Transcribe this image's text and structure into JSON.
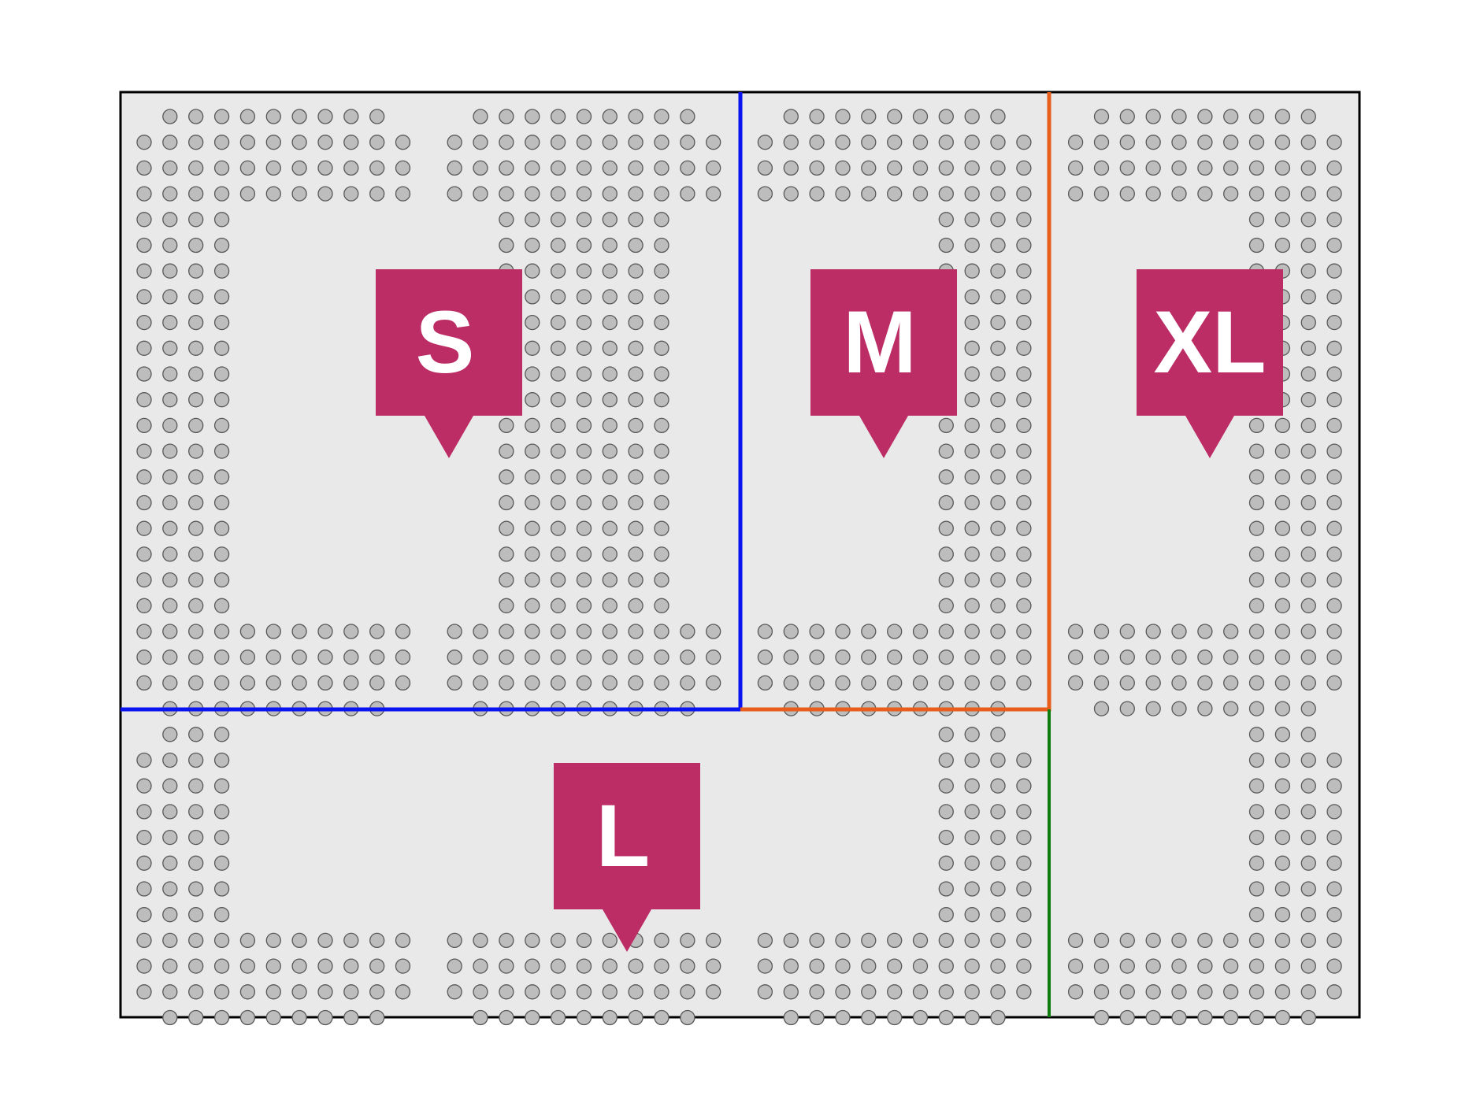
{
  "diagram": {
    "board_fill": "#e9e9e9",
    "board_border": "#000000",
    "ball_fill": "#bdbdbd",
    "ball_stroke": "#595959",
    "marker_color": "#bc2d66",
    "marker_text_color": "#ffffff",
    "boundaries": {
      "small": "#0a14f0",
      "medium": "#e85e1a",
      "large": "#0e7d0e"
    },
    "markers": {
      "s": "S",
      "m": "M",
      "l": "L",
      "xl": "XL"
    }
  }
}
